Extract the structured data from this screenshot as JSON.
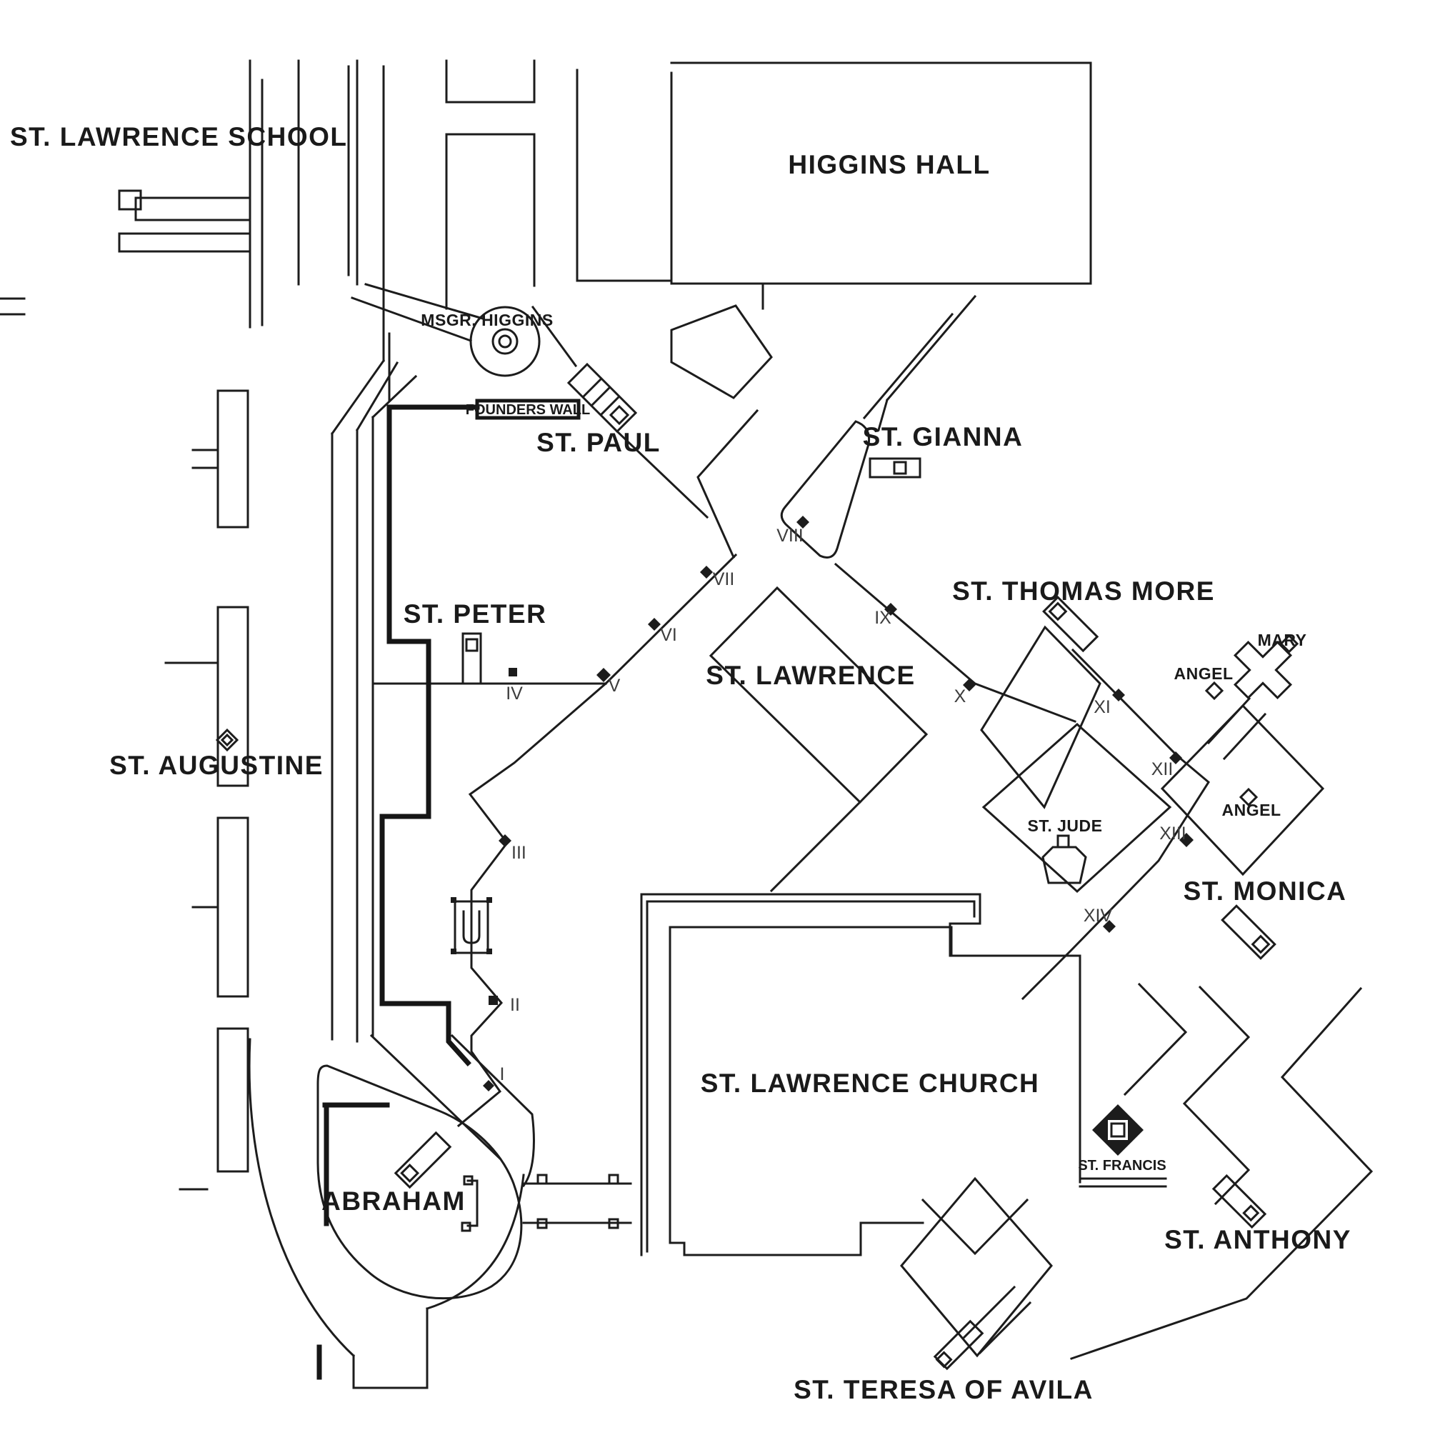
{
  "map": {
    "kind": "campus site plan",
    "colors": {
      "ink": "#1c1c1c",
      "background": "#ffffff",
      "numeral": "#3d3d3d"
    }
  },
  "labels": {
    "school": "ST. LAWRENCE SCHOOL",
    "higgins_hall": "HIGGINS HALL",
    "msgr_higgins": "MSGR. HIGGINS",
    "founders_wall": "FOUNDERS WALL",
    "st_paul": "ST. PAUL",
    "st_gianna": "ST. GIANNA",
    "st_peter": "ST. PETER",
    "st_thomas_more": "ST. THOMAS MORE",
    "st_lawrence": "ST. LAWRENCE",
    "mary": "MARY",
    "angel_north": "ANGEL",
    "angel_south": "ANGEL",
    "st_augustine": "ST. AUGUSTINE",
    "st_jude": "ST. JUDE",
    "st_monica": "ST. MONICA",
    "st_lawrence_church": "ST. LAWRENCE CHURCH",
    "st_francis": "ST. FRANCIS",
    "abraham": "ABRAHAM",
    "st_anthony": "ST. ANTHONY",
    "st_teresa": "ST. TERESA OF AVILA"
  },
  "stations": [
    "I",
    "II",
    "III",
    "IV",
    "V",
    "VI",
    "VII",
    "VIII",
    "IX",
    "X",
    "XI",
    "XII",
    "XIII",
    "XIV"
  ]
}
